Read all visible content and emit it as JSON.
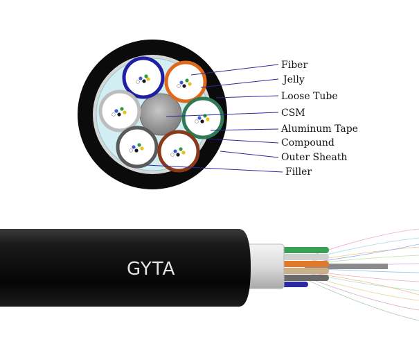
{
  "labels": {
    "fiber": "Fiber",
    "jelly": "Jelly",
    "loose_tube": "Loose Tube",
    "csm": "CSM",
    "aluminum_tape": "Aluminum Tape",
    "compound": "Compound",
    "outer_sheath": "Outer Sheath",
    "filler": "Filler"
  },
  "cable_text": "GYTA",
  "colors": {
    "outer_sheath": "#0b0b0b",
    "compound": "#d2eef2",
    "tube_blue": "#1f1fa0",
    "tube_orange": "#e06a1c",
    "tube_green": "#2f7a55",
    "tube_brown": "#8a3a1a",
    "tube_gray": "#5a5a5a",
    "tube_white": "#bdbdbd",
    "csm": "#9c9c9c",
    "leader_line": "#2a2aa0"
  }
}
